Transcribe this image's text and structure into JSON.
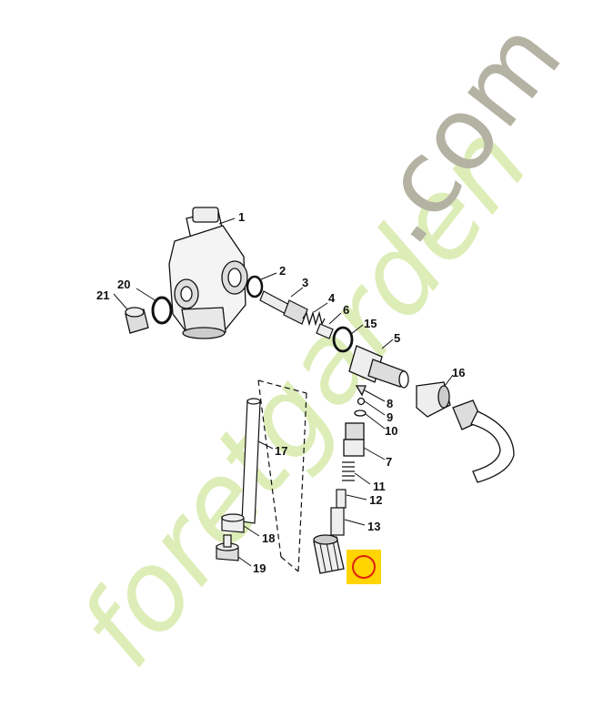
{
  "watermark": {
    "text": "foretgarden.com",
    "color_dark": "#a9a79a",
    "color_light": "#dcedb4",
    "color_accent": "#f3cf7a"
  },
  "highlight": {
    "fill": "#ffd400",
    "ring": "#e02010"
  },
  "callouts": [
    {
      "id": "1",
      "label": "1"
    },
    {
      "id": "2",
      "label": "2"
    },
    {
      "id": "3",
      "label": "3"
    },
    {
      "id": "4",
      "label": "4"
    },
    {
      "id": "5",
      "label": "5"
    },
    {
      "id": "6",
      "label": "6"
    },
    {
      "id": "7",
      "label": "7"
    },
    {
      "id": "8",
      "label": "8"
    },
    {
      "id": "9",
      "label": "9"
    },
    {
      "id": "10",
      "label": "10"
    },
    {
      "id": "11",
      "label": "11"
    },
    {
      "id": "12",
      "label": "12"
    },
    {
      "id": "13",
      "label": "13"
    },
    {
      "id": "15",
      "label": "15"
    },
    {
      "id": "16",
      "label": "16"
    },
    {
      "id": "17",
      "label": "17"
    },
    {
      "id": "18",
      "label": "18"
    },
    {
      "id": "19",
      "label": "19"
    },
    {
      "id": "20",
      "label": "20"
    },
    {
      "id": "21",
      "label": "21"
    }
  ]
}
